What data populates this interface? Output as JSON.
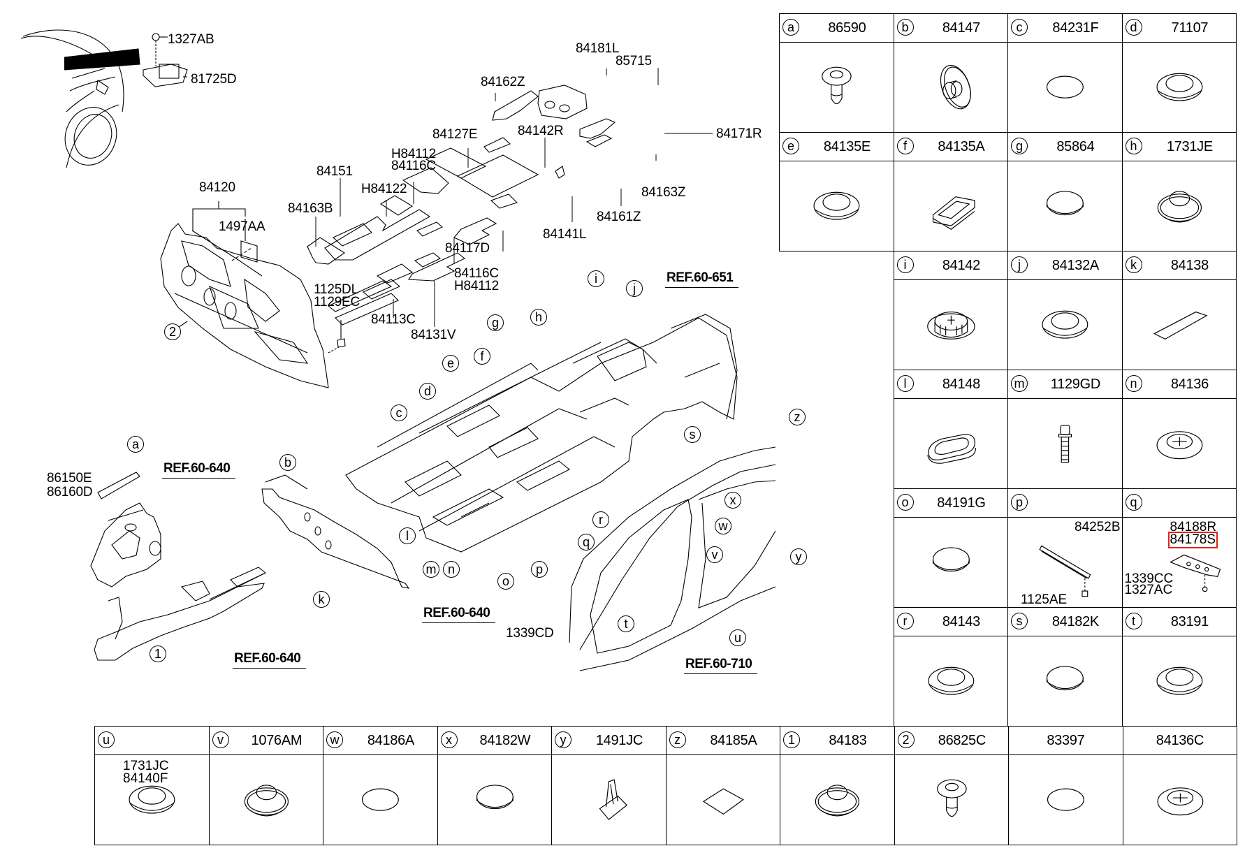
{
  "diagram": {
    "title_labels": {
      "p1327AB": "1327AB",
      "p81725D": "81725D",
      "p84120": "84120",
      "p1497AA": "1497AA",
      "p1125DL": "1125DL",
      "p1129EC": "1129EC",
      "p84163B": "84163B",
      "p84151": "84151",
      "pH84122": "H84122",
      "pH84112a": "H84112",
      "p84116Ca": "84116C",
      "p84127E": "84127E",
      "p84142R": "84142R",
      "p84162Z": "84162Z",
      "p84181L": "84181L",
      "p85715": "85715",
      "p84171R": "84171R",
      "p84163Z": "84163Z",
      "p84161Z": "84161Z",
      "p84141L": "84141L",
      "p84117D": "84117D",
      "p84116Cb": "84116C",
      "pH84112b": "H84112",
      "p84113C": "84113C",
      "p84131V": "84131V",
      "p86150E": "86150E",
      "p86160D": "86160D",
      "p1339CD": "1339CD"
    },
    "refs": {
      "r651": "REF.60-651",
      "r640a": "REF.60-640",
      "r640b": "REF.60-640",
      "r640c": "REF.60-640",
      "r710": "REF.60-710"
    },
    "callouts": [
      "a",
      "b",
      "c",
      "d",
      "e",
      "f",
      "g",
      "h",
      "i",
      "j",
      "k",
      "l",
      "m",
      "n",
      "o",
      "p",
      "q",
      "r",
      "s",
      "t",
      "u",
      "v",
      "w",
      "x",
      "y",
      "z",
      "1",
      "2"
    ]
  },
  "parts_table": [
    {
      "key": "a",
      "part": "86590",
      "icon": "clip-screw"
    },
    {
      "key": "b",
      "part": "84147",
      "icon": "flanged-plug"
    },
    {
      "key": "c",
      "part": "84231F",
      "icon": "oval-pad"
    },
    {
      "key": "d",
      "part": "71107",
      "icon": "ring-grommet"
    },
    {
      "key": "e",
      "part": "84135E",
      "icon": "ring-grommet"
    },
    {
      "key": "f",
      "part": "84135A",
      "icon": "rect-grommet"
    },
    {
      "key": "g",
      "part": "85864",
      "icon": "disc-plug"
    },
    {
      "key": "h",
      "part": "1731JE",
      "icon": "domed-grommet"
    },
    {
      "key": "i",
      "part": "84142",
      "icon": "vent-plug"
    },
    {
      "key": "j",
      "part": "84132A",
      "icon": "ring-grommet"
    },
    {
      "key": "k",
      "part": "84138",
      "icon": "tape-strip"
    },
    {
      "key": "l",
      "part": "84148",
      "icon": "oval-grommet"
    },
    {
      "key": "m",
      "part": "1129GD",
      "icon": "bolt"
    },
    {
      "key": "n",
      "part": "84136",
      "icon": "cross-plug"
    },
    {
      "key": "o",
      "part": "84191G",
      "icon": "disc-plug"
    },
    {
      "key": "p",
      "part": "",
      "icon": "bracket",
      "sub": [
        {
          "text": "84252B"
        },
        {
          "text": "1125AE"
        }
      ]
    },
    {
      "key": "q",
      "part": "",
      "icon": "bracket-plate",
      "sub": [
        {
          "text": "84188R"
        },
        {
          "text": "84178S",
          "highlighted": true
        },
        {
          "text": "1339CC"
        },
        {
          "text": "1327AC"
        }
      ]
    },
    {
      "key": "r",
      "part": "84143",
      "icon": "ring-grommet"
    },
    {
      "key": "s",
      "part": "84182K",
      "icon": "disc-plug"
    },
    {
      "key": "t",
      "part": "83191",
      "icon": "ring-grommet"
    },
    {
      "key": "u",
      "part": "",
      "icon": "ring-grommet",
      "sub": [
        {
          "text": "1731JC"
        },
        {
          "text": "84140F"
        }
      ]
    },
    {
      "key": "v",
      "part": "1076AM",
      "icon": "domed-grommet"
    },
    {
      "key": "w",
      "part": "84186A",
      "icon": "oval-pad"
    },
    {
      "key": "x",
      "part": "84182W",
      "icon": "disc-plug"
    },
    {
      "key": "y",
      "part": "1491JC",
      "icon": "clip-nut"
    },
    {
      "key": "z",
      "part": "84185A",
      "icon": "square-pad"
    },
    {
      "key": "1",
      "part": "84183",
      "icon": "domed-grommet"
    },
    {
      "key": "2",
      "part": "86825C",
      "icon": "clip-screw"
    },
    {
      "key": "",
      "part": "83397",
      "icon": "oval-pad"
    },
    {
      "key": "",
      "part": "84136C",
      "icon": "cross-plug"
    }
  ],
  "highlight_color": "#e0231e"
}
